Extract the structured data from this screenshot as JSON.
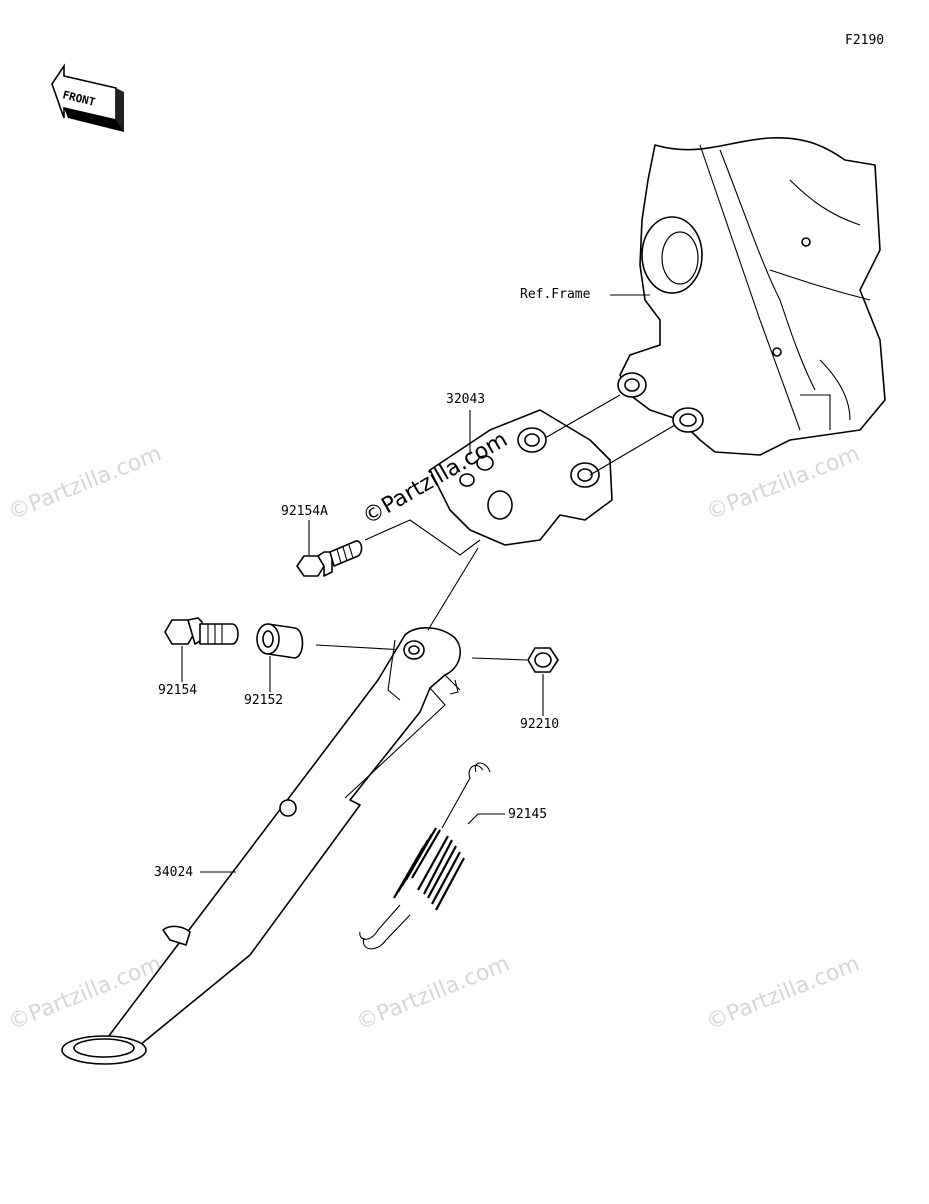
{
  "diagram": {
    "figure_code": "F2190",
    "front_label": "FRONT",
    "watermark": "©Partzilla.com",
    "center_watermark": "©Partzilla.com",
    "ref_label": "Ref.Frame",
    "parts": {
      "bracket": "32043",
      "bracket_bolt": "92154A",
      "pivot_bolt": "92154",
      "collar": "92152",
      "nut": "92210",
      "spring": "92145",
      "side_stand": "34024"
    }
  }
}
